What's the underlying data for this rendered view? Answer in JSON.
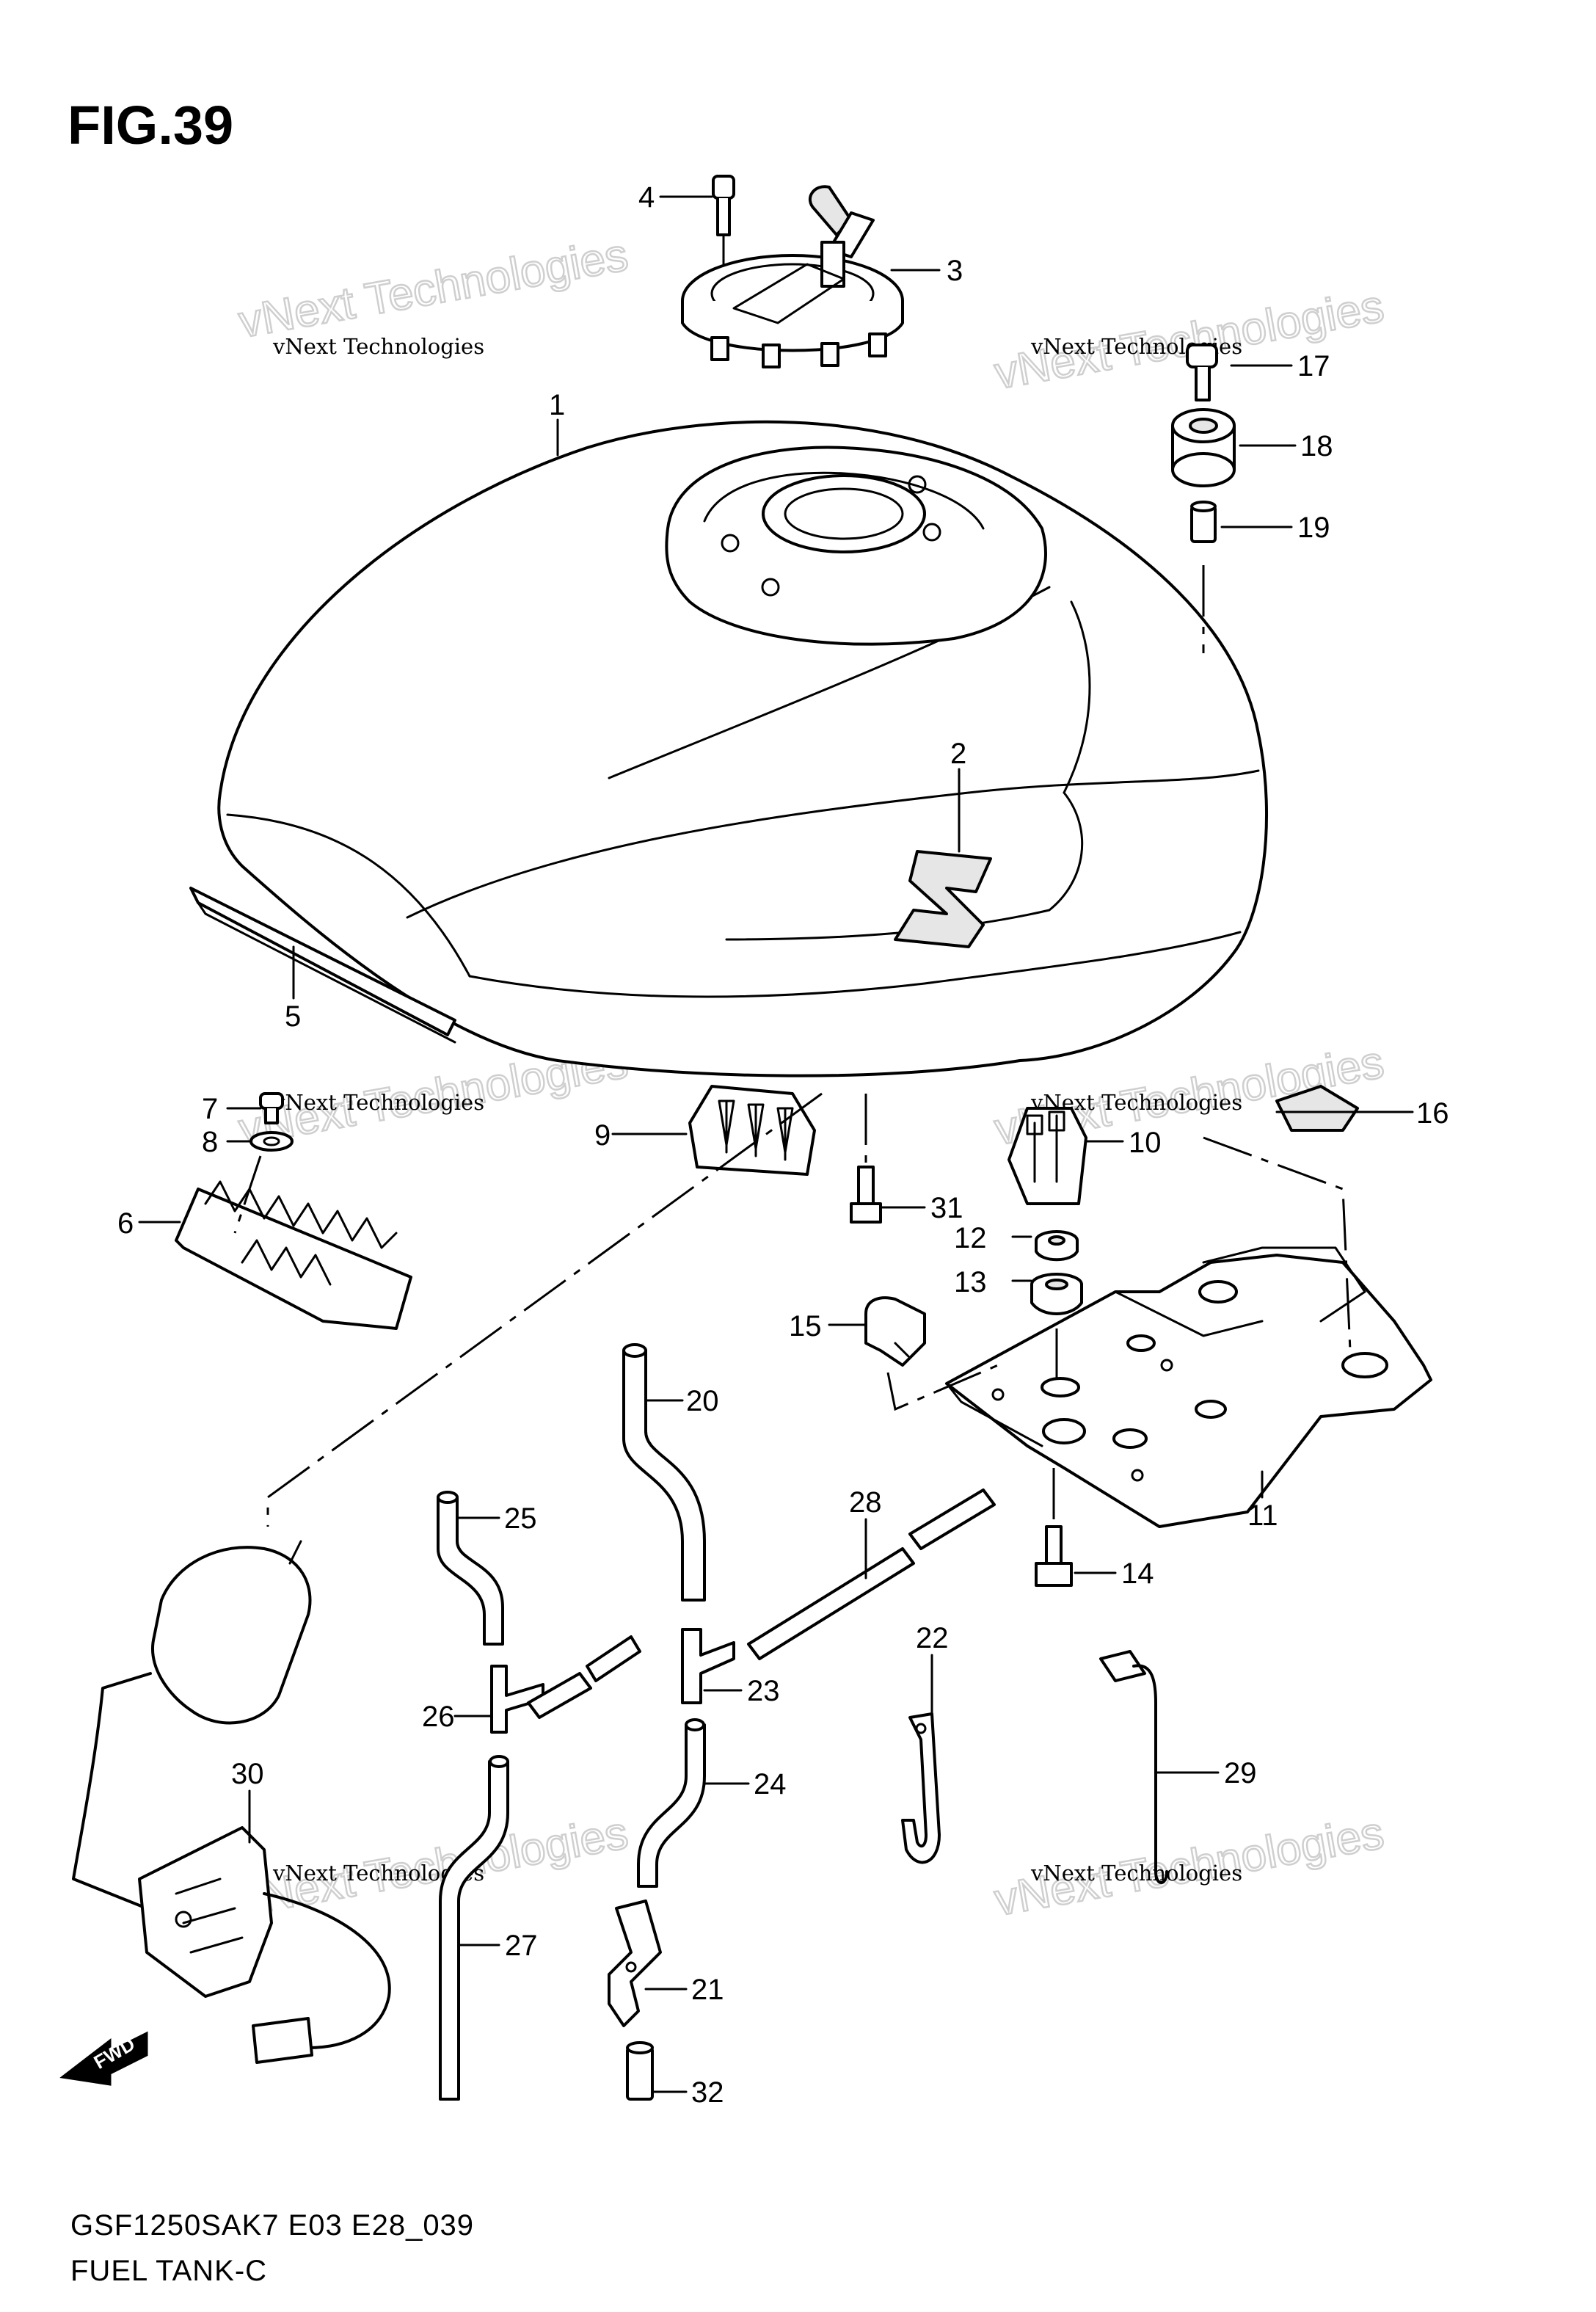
{
  "figure": {
    "title": "FIG.39"
  },
  "footer": {
    "model_code": "GSF1250SAK7 E03 E28_039",
    "section": "FUEL TANK-C"
  },
  "watermark": {
    "line1": "vNext Technologies",
    "line2": "vNext\nTechnologies"
  },
  "fwd_label": "FWD",
  "callouts": [
    {
      "id": "1",
      "label": "1"
    },
    {
      "id": "2",
      "label": "2"
    },
    {
      "id": "3",
      "label": "3"
    },
    {
      "id": "4",
      "label": "4"
    },
    {
      "id": "5",
      "label": "5"
    },
    {
      "id": "6",
      "label": "6"
    },
    {
      "id": "7",
      "label": "7"
    },
    {
      "id": "8",
      "label": "8"
    },
    {
      "id": "9",
      "label": "9"
    },
    {
      "id": "10",
      "label": "10"
    },
    {
      "id": "11",
      "label": "11"
    },
    {
      "id": "12",
      "label": "12"
    },
    {
      "id": "13",
      "label": "13"
    },
    {
      "id": "14",
      "label": "14"
    },
    {
      "id": "15",
      "label": "15"
    },
    {
      "id": "16",
      "label": "16"
    },
    {
      "id": "17",
      "label": "17"
    },
    {
      "id": "18",
      "label": "18"
    },
    {
      "id": "19",
      "label": "19"
    },
    {
      "id": "20",
      "label": "20"
    },
    {
      "id": "21",
      "label": "21"
    },
    {
      "id": "22",
      "label": "22"
    },
    {
      "id": "23",
      "label": "23"
    },
    {
      "id": "24",
      "label": "24"
    },
    {
      "id": "25",
      "label": "25"
    },
    {
      "id": "26",
      "label": "26"
    },
    {
      "id": "27",
      "label": "27"
    },
    {
      "id": "28",
      "label": "28"
    },
    {
      "id": "29",
      "label": "29"
    },
    {
      "id": "30",
      "label": "30"
    },
    {
      "id": "31",
      "label": "31"
    },
    {
      "id": "32",
      "label": "32"
    }
  ],
  "colors": {
    "ink": "#000000",
    "watermark": "#cfcfcf",
    "background": "#ffffff"
  }
}
